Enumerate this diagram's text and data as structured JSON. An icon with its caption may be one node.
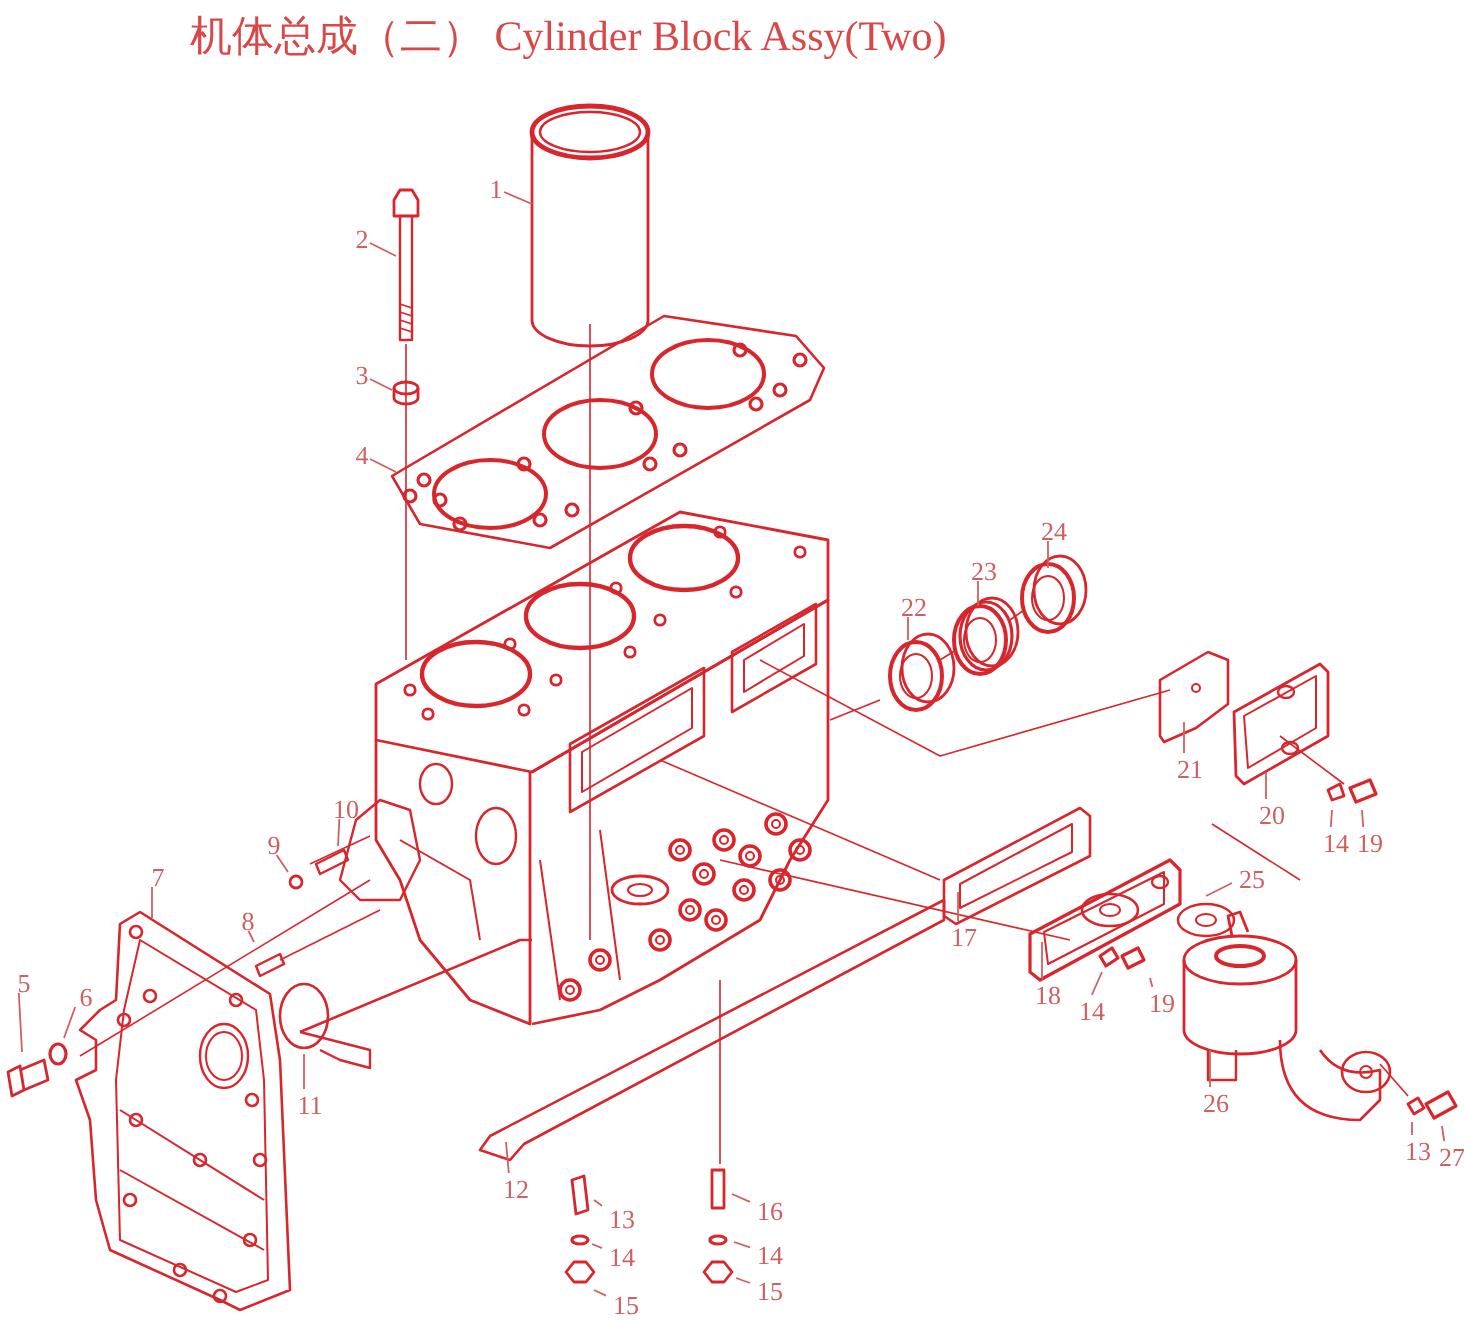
{
  "diagram": {
    "title": "机体总成（二）  Cylinder Block Assy(Two)",
    "nodes": [
      {
        "text": [
          "1"
        ]
      },
      {
        "text": [
          "2"
        ]
      },
      {
        "text": [
          "3"
        ]
      },
      {
        "text": [
          "4"
        ]
      },
      {
        "text": [
          "5"
        ]
      },
      {
        "text": [
          "6"
        ]
      },
      {
        "text": [
          "7"
        ]
      },
      {
        "text": [
          "8"
        ]
      },
      {
        "text": [
          "9"
        ]
      },
      {
        "text": [
          "10"
        ]
      },
      {
        "text": [
          "11"
        ]
      },
      {
        "text": [
          "12"
        ]
      },
      {
        "text": [
          "13"
        ]
      },
      {
        "text": [
          "14"
        ]
      },
      {
        "text": [
          "15"
        ]
      },
      {
        "text": [
          "16"
        ]
      },
      {
        "text": [
          "14"
        ]
      },
      {
        "text": [
          "15"
        ]
      },
      {
        "text": [
          "17"
        ]
      },
      {
        "text": [
          "18"
        ]
      },
      {
        "text": [
          "14"
        ]
      },
      {
        "text": [
          "19"
        ]
      },
      {
        "text": [
          "25"
        ]
      },
      {
        "text": [
          "26"
        ]
      },
      {
        "text": [
          "13"
        ]
      },
      {
        "text": [
          "27"
        ]
      },
      {
        "text": [
          "20"
        ]
      },
      {
        "text": [
          "14"
        ]
      },
      {
        "text": [
          "19"
        ]
      },
      {
        "text": [
          "21"
        ]
      },
      {
        "text": [
          "22"
        ]
      },
      {
        "text": [
          "23"
        ]
      },
      {
        "text": [
          "24"
        ]
      }
    ],
    "edges": [
      {
        "from": 0,
        "to": null,
        "arrow": "none"
      },
      {
        "from": 1,
        "to": null,
        "arrow": "none"
      },
      {
        "from": 2,
        "to": null,
        "arrow": "none"
      },
      {
        "from": 3,
        "to": null,
        "arrow": "none"
      },
      {
        "from": 4,
        "to": null,
        "arrow": "none"
      },
      {
        "from": 5,
        "to": null,
        "arrow": "none"
      },
      {
        "from": 6,
        "to": null,
        "arrow": "none"
      },
      {
        "from": 7,
        "to": null,
        "arrow": "none"
      },
      {
        "from": 8,
        "to": null,
        "arrow": "none"
      },
      {
        "from": 9,
        "to": null,
        "arrow": "none"
      },
      {
        "from": 10,
        "to": null,
        "arrow": "none"
      },
      {
        "from": 11,
        "to": null,
        "arrow": "none"
      },
      {
        "from": 12,
        "to": null,
        "arrow": "none"
      },
      {
        "from": 13,
        "to": null,
        "arrow": "none"
      },
      {
        "from": 14,
        "to": null,
        "arrow": "none"
      },
      {
        "from": 15,
        "to": null,
        "arrow": "none"
      },
      {
        "from": 16,
        "to": null,
        "arrow": "none"
      },
      {
        "from": 17,
        "to": null,
        "arrow": "none"
      },
      {
        "from": 18,
        "to": null,
        "arrow": "none"
      },
      {
        "from": 19,
        "to": null,
        "arrow": "none"
      },
      {
        "from": 20,
        "to": null,
        "arrow": "none"
      },
      {
        "from": 21,
        "to": null,
        "arrow": "none"
      },
      {
        "from": 22,
        "to": null,
        "arrow": "none"
      },
      {
        "from": 23,
        "to": null,
        "arrow": "none"
      },
      {
        "from": 24,
        "to": null,
        "arrow": "none"
      },
      {
        "from": 25,
        "to": null,
        "arrow": "none"
      },
      {
        "from": 26,
        "to": null,
        "arrow": "none"
      },
      {
        "from": 27,
        "to": null,
        "arrow": "none"
      },
      {
        "from": 28,
        "to": null,
        "arrow": "none"
      },
      {
        "from": 29,
        "to": null,
        "arrow": "none"
      },
      {
        "from": 30,
        "to": null,
        "arrow": "none"
      },
      {
        "from": 31,
        "to": null,
        "arrow": "none"
      },
      {
        "from": 32,
        "to": null,
        "arrow": "none"
      }
    ]
  }
}
